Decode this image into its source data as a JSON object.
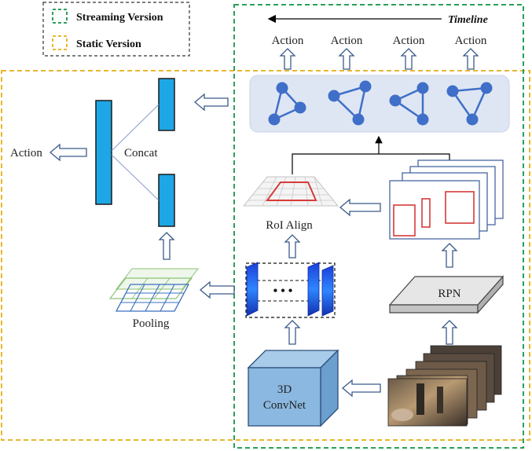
{
  "legend": {
    "streaming": "Streaming Version",
    "static": "Static Version"
  },
  "timeline": "Timeline",
  "top_actions": [
    "Action",
    "Action",
    "Action",
    "Action"
  ],
  "left_action": "Action",
  "concat": "Concat",
  "pooling": "Pooling",
  "roi_align": "RoI Align",
  "dots": "• • •",
  "rpn": "RPN",
  "convnet": [
    "3D",
    "ConvNet"
  ],
  "colors": {
    "streaming_border": "#2aa05a",
    "static_border": "#e8b730",
    "bar_fill": "#1ea7e6",
    "graph_node": "#3f6fc8",
    "graph_panel": "#dfe6f3",
    "roi_red": "#d63a3a",
    "cube_fill": "#8ab8e0"
  }
}
